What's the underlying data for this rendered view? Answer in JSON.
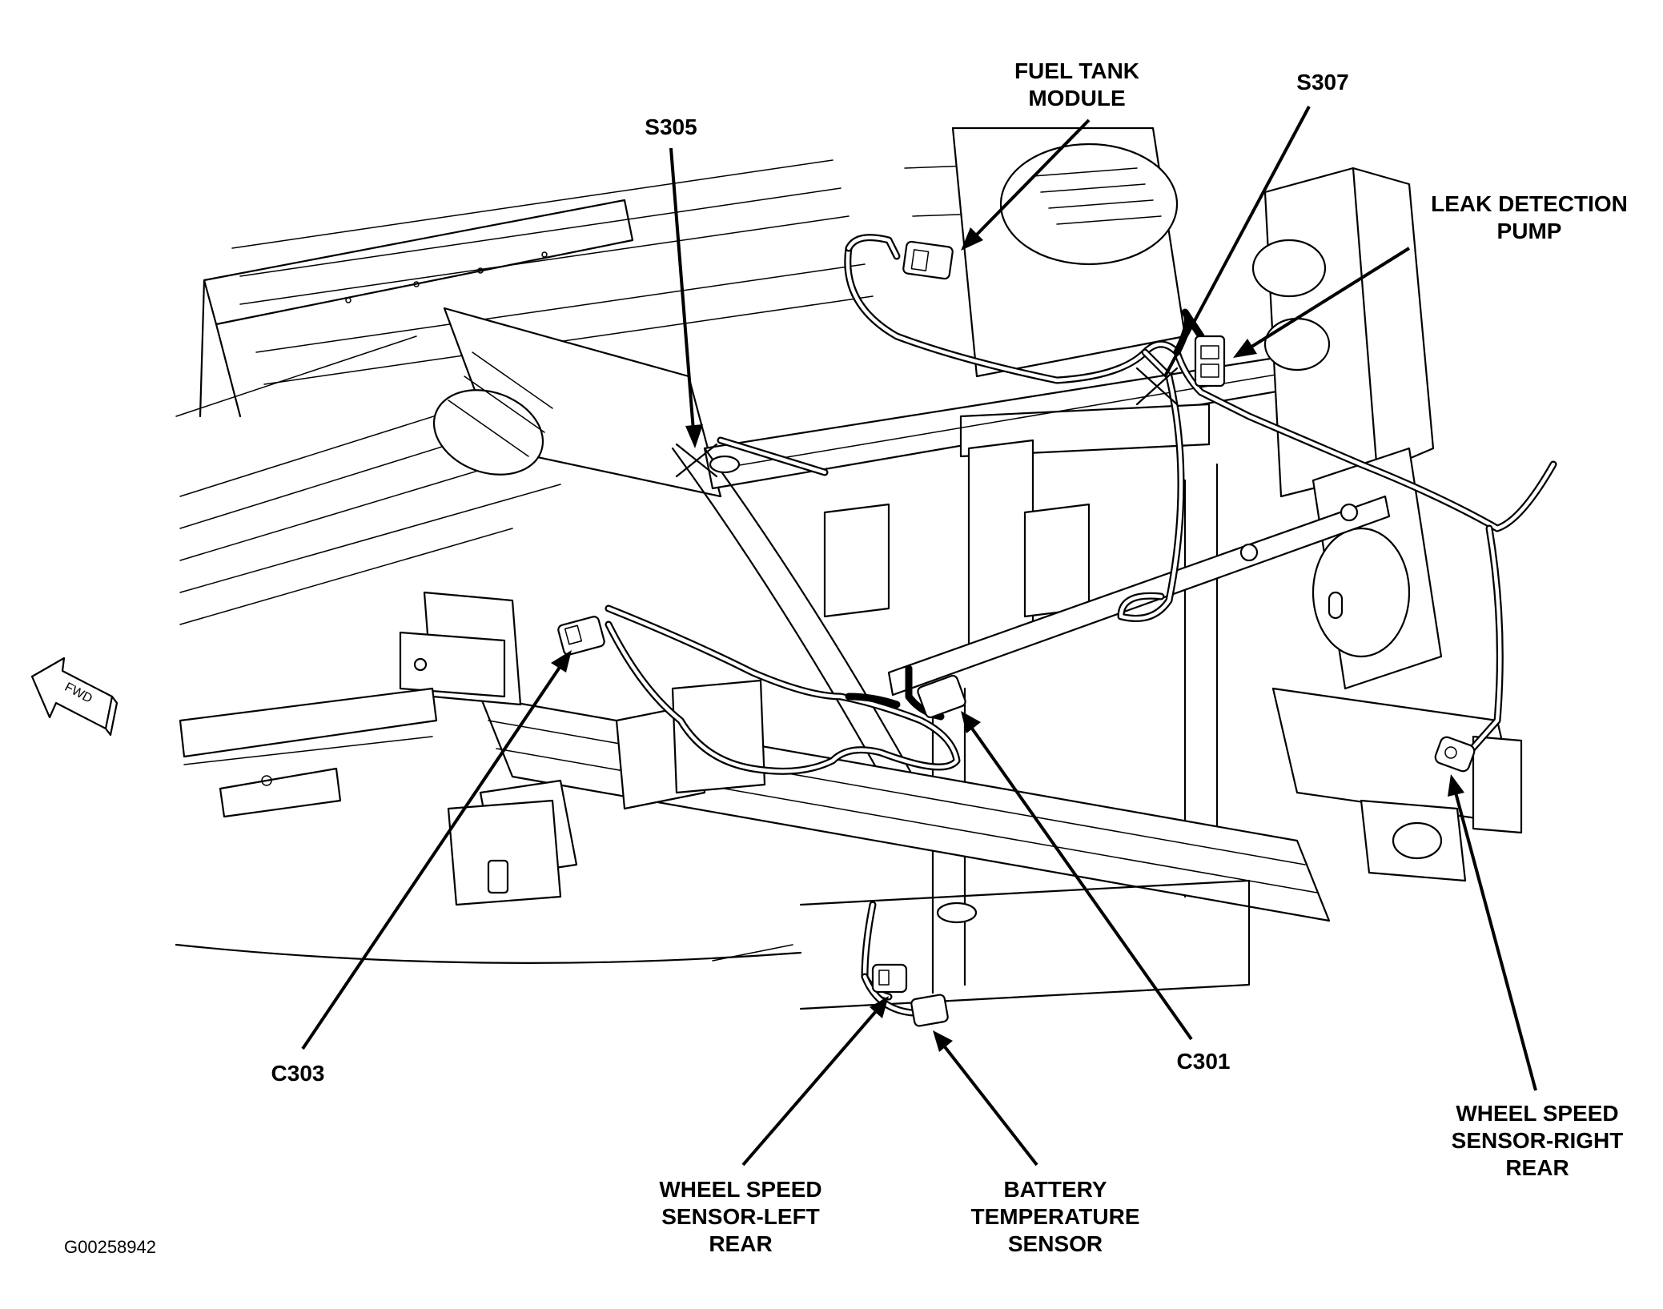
{
  "figure": {
    "id": "G00258942",
    "direction_marker": "FWD"
  },
  "callouts": {
    "fuel_tank_module": [
      "FUEL TANK",
      "MODULE"
    ],
    "s305": [
      "S305"
    ],
    "s307": [
      "S307"
    ],
    "leak_detection_pump": [
      "LEAK DETECTION",
      "PUMP"
    ],
    "c303": [
      "C303"
    ],
    "c301": [
      "C301"
    ],
    "wheel_speed_sensor_left_rear": [
      "WHEEL SPEED",
      "SENSOR-LEFT",
      "REAR"
    ],
    "battery_temperature_sensor": [
      "BATTERY",
      "TEMPERATURE",
      "SENSOR"
    ],
    "wheel_speed_sensor_right_rear": [
      "WHEEL SPEED",
      "SENSOR-RIGHT",
      "REAR"
    ]
  }
}
